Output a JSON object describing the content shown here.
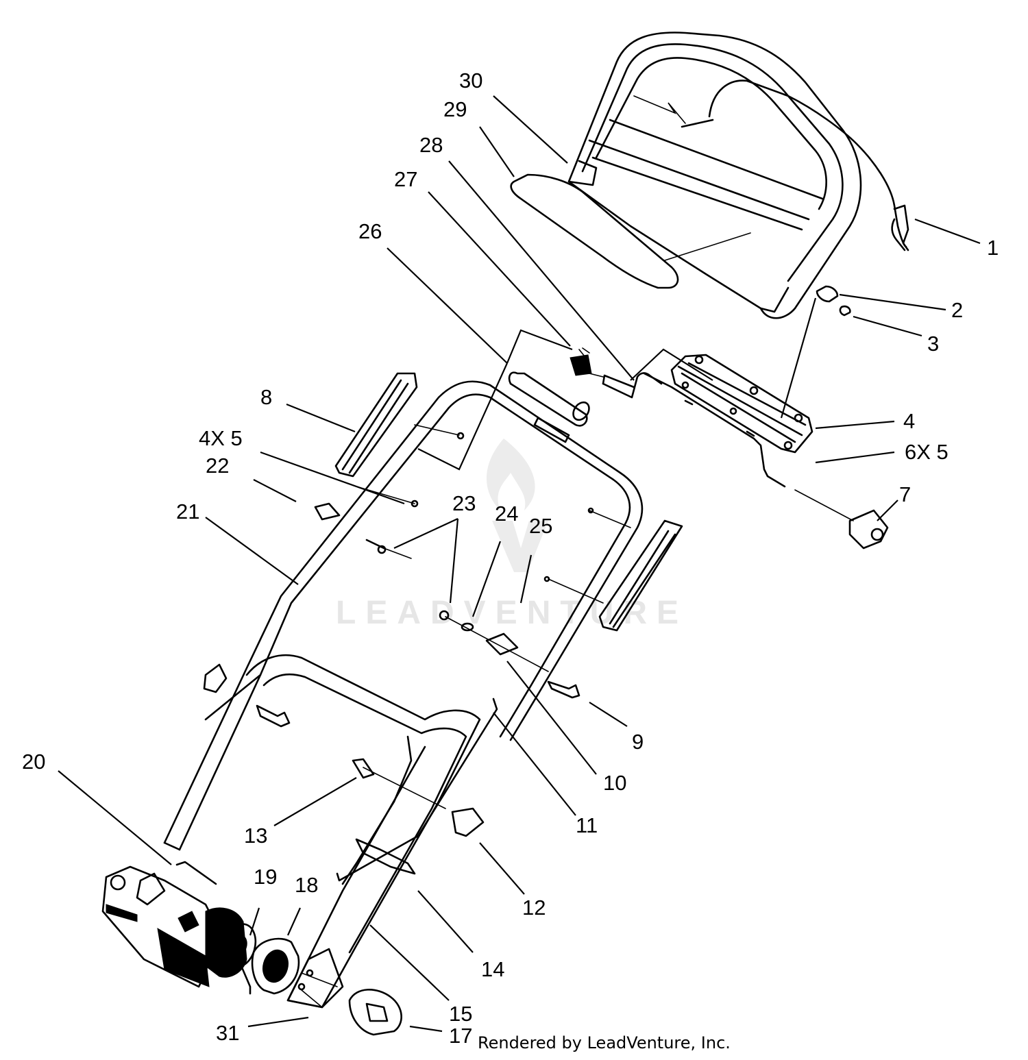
{
  "callouts": [
    {
      "id": "c1",
      "text": "1"
    },
    {
      "id": "c2",
      "text": "2"
    },
    {
      "id": "c3",
      "text": "3"
    },
    {
      "id": "c4",
      "text": "4"
    },
    {
      "id": "c4x5",
      "text": "4X 5"
    },
    {
      "id": "c6x5",
      "text": "6X 5"
    },
    {
      "id": "c7",
      "text": "7"
    },
    {
      "id": "c8",
      "text": "8"
    },
    {
      "id": "c9",
      "text": "9"
    },
    {
      "id": "c10",
      "text": "10"
    },
    {
      "id": "c11",
      "text": "11"
    },
    {
      "id": "c12",
      "text": "12"
    },
    {
      "id": "c13",
      "text": "13"
    },
    {
      "id": "c14",
      "text": "14"
    },
    {
      "id": "c15",
      "text": "15"
    },
    {
      "id": "c17",
      "text": "17"
    },
    {
      "id": "c18",
      "text": "18"
    },
    {
      "id": "c19",
      "text": "19"
    },
    {
      "id": "c20",
      "text": "20"
    },
    {
      "id": "c21",
      "text": "21"
    },
    {
      "id": "c22",
      "text": "22"
    },
    {
      "id": "c23",
      "text": "23"
    },
    {
      "id": "c24",
      "text": "24"
    },
    {
      "id": "c25",
      "text": "25"
    },
    {
      "id": "c26",
      "text": "26"
    },
    {
      "id": "c27",
      "text": "27"
    },
    {
      "id": "c28",
      "text": "28"
    },
    {
      "id": "c29",
      "text": "29"
    },
    {
      "id": "c30",
      "text": "30"
    },
    {
      "id": "c31",
      "text": "31"
    }
  ],
  "watermark": "LEADVENTURE",
  "credit": "Rendered by LeadVenture, Inc."
}
